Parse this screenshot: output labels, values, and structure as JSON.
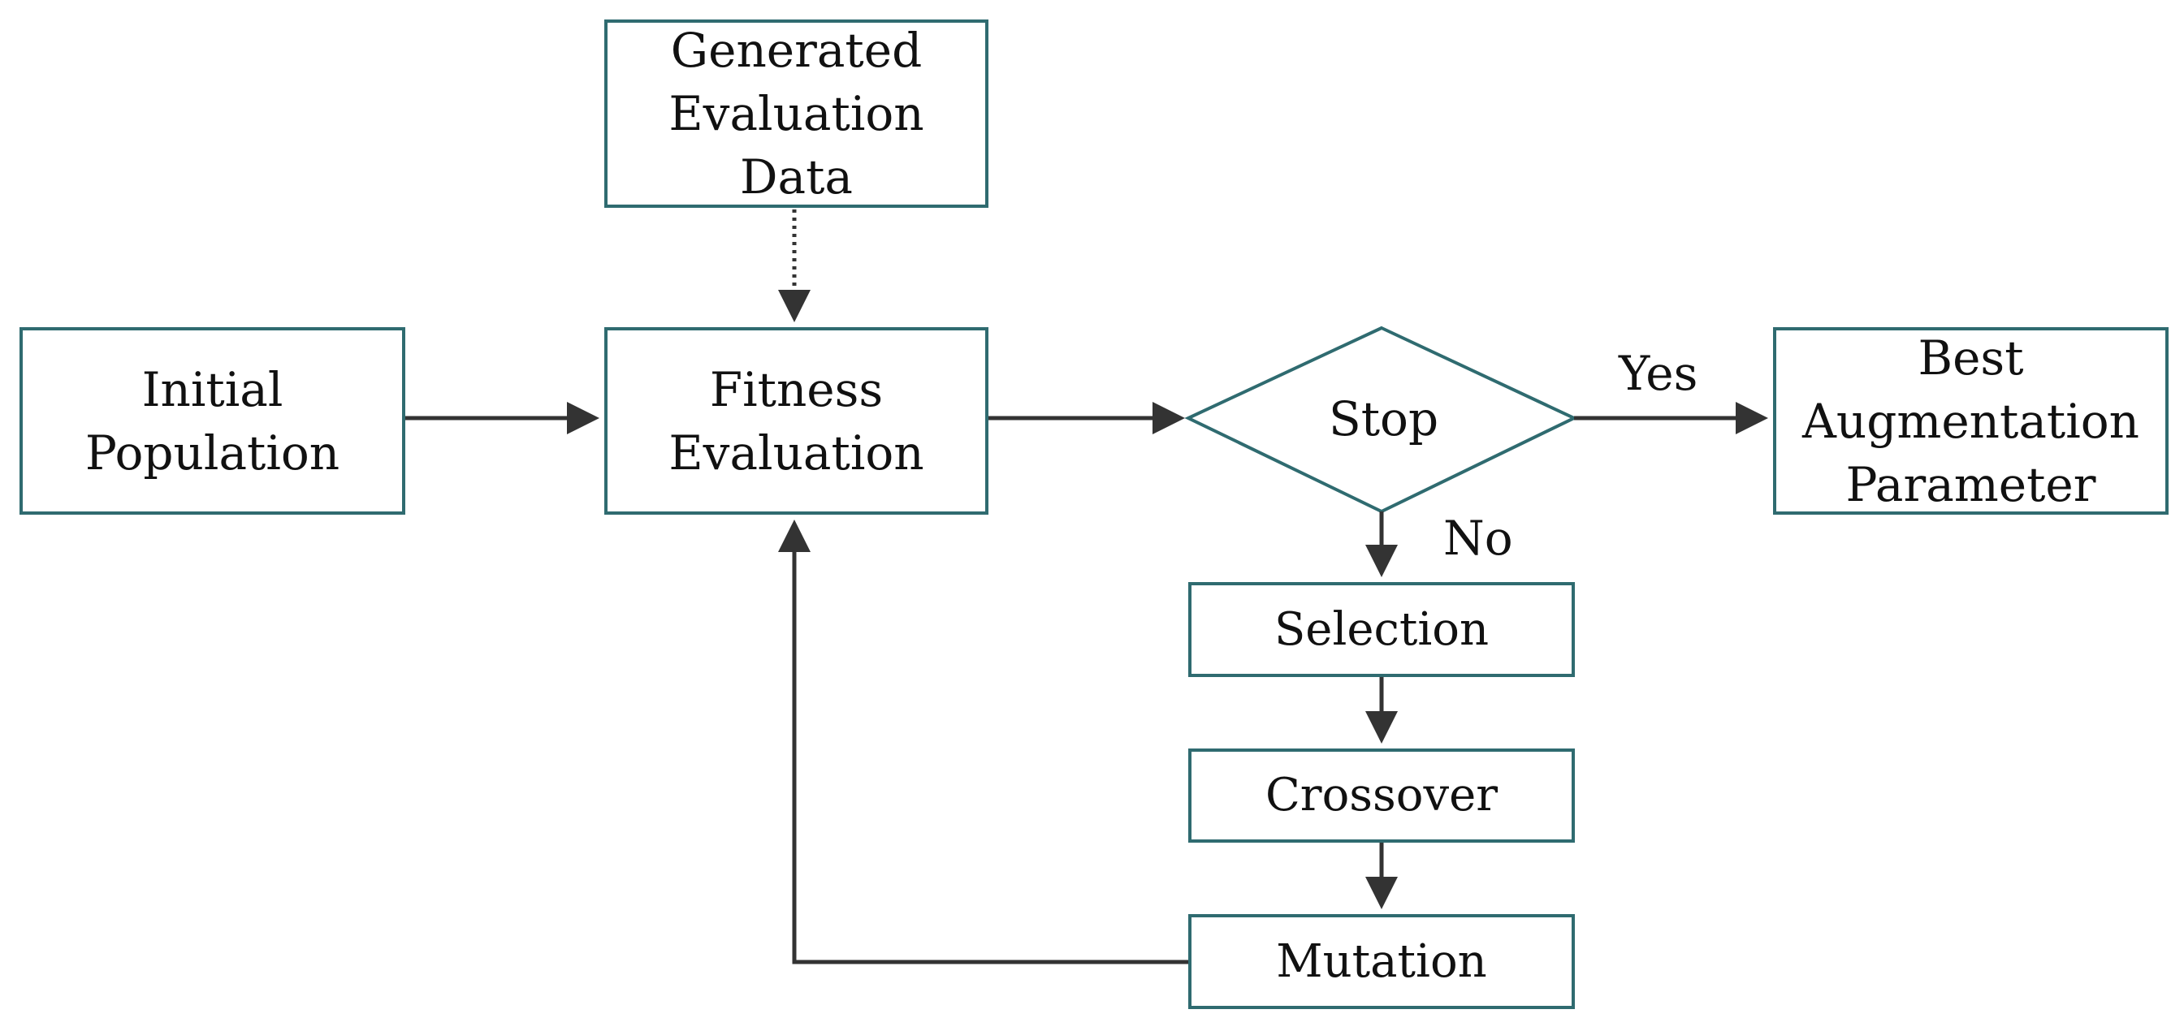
{
  "diagram": {
    "nodes": {
      "generated_evaluation_data": [
        "Generated",
        "Evaluation",
        "Data"
      ],
      "initial_population": [
        "Initial",
        "Population"
      ],
      "fitness_evaluation": [
        "Fitness",
        "Evaluation"
      ],
      "stop_decision": "Stop",
      "best_augmentation_parameter": [
        "Best",
        "Augmentation",
        "Parameter"
      ],
      "selection": "Selection",
      "crossover": "Crossover",
      "mutation": "Mutation"
    },
    "edge_labels": {
      "yes": "Yes",
      "no": "No"
    },
    "colors": {
      "node_border": "#2f6b70",
      "arrow": "#333333",
      "text": "#111111"
    }
  }
}
